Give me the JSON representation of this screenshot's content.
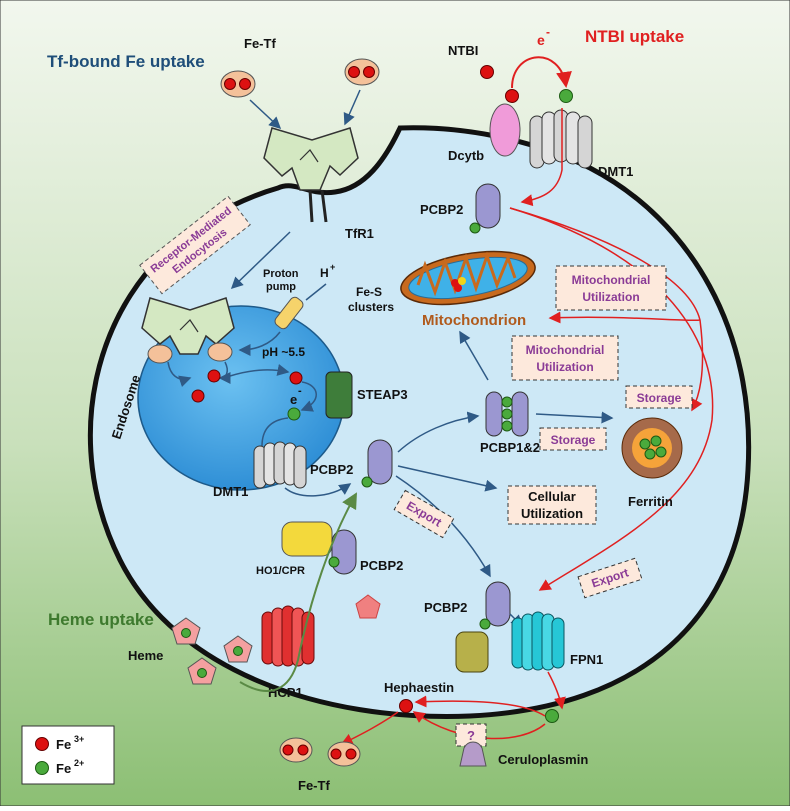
{
  "colors": {
    "bg_top": "#f2f7ee",
    "bg_bottom": "#8cbf74",
    "cell_fill": "#cde8f6",
    "cell_stroke": "#111111",
    "endosome_fill": "#3ea1e2",
    "fe3": "#dd1111",
    "fe2": "#4aaa3c",
    "blue_title": "#1f4e79",
    "red_title": "#e02020",
    "green_title": "#3e7a2e",
    "label_purple": "#8a3b96",
    "mito_text": "#b05a1c",
    "arrow_red": "#e02020",
    "arrow_blue": "#2f5a86"
  },
  "titles": {
    "tf_uptake": "Tf-bound Fe uptake",
    "ntbi_uptake": "NTBI uptake",
    "heme_uptake": "Heme uptake"
  },
  "labels": {
    "fe_tf_top": "Fe-Tf",
    "fe_tf_bottom": "Fe-Tf",
    "ntbi": "NTBI",
    "electron_top": "e",
    "electron_minus": "-",
    "dcytb": "Dcytb",
    "dmt1_membrane": "DMT1",
    "dmt1_endosome": "DMT1",
    "tfr1": "TfR1",
    "pcbp2_top": "PCBP2",
    "pcbp2_center": "PCBP2",
    "pcbp2_ho1": "PCBP2",
    "pcbp2_bottom": "PCBP2",
    "pcbp12": "PCBP1&2",
    "rme_line1": "Receptor-Mediated",
    "rme_line2": "Endocytosis",
    "proton_pump_line1": "Proton",
    "proton_pump_line2": "pump",
    "h_plus": "H",
    "h_plus_sup": "+",
    "ph": "pH ~5.5",
    "electron_endo": "e",
    "steap3": "STEAP3",
    "endosome": "Endosome",
    "fes_line1": "Fe-S",
    "fes_line2": "clusters",
    "mitochondrion": "Mitochondrion",
    "mito_util_line1": "Mitochondrial",
    "mito_util_line2": "Utilization",
    "storage": "Storage",
    "cellular_line1": "Cellular",
    "cellular_line2": "Utilization",
    "export": "Export",
    "ferritin": "Ferritin",
    "ho1cpr": "HO1/CPR",
    "heme": "Heme",
    "hcp1": "HCP1",
    "hephaestin": "Hephaestin",
    "fpn1": "FPN1",
    "question": "?",
    "ceruloplasmin": "Ceruloplasmin"
  },
  "legend": {
    "fe3_label": "Fe",
    "fe3_sup": "3+",
    "fe2_label": "Fe",
    "fe2_sup": "2+"
  }
}
